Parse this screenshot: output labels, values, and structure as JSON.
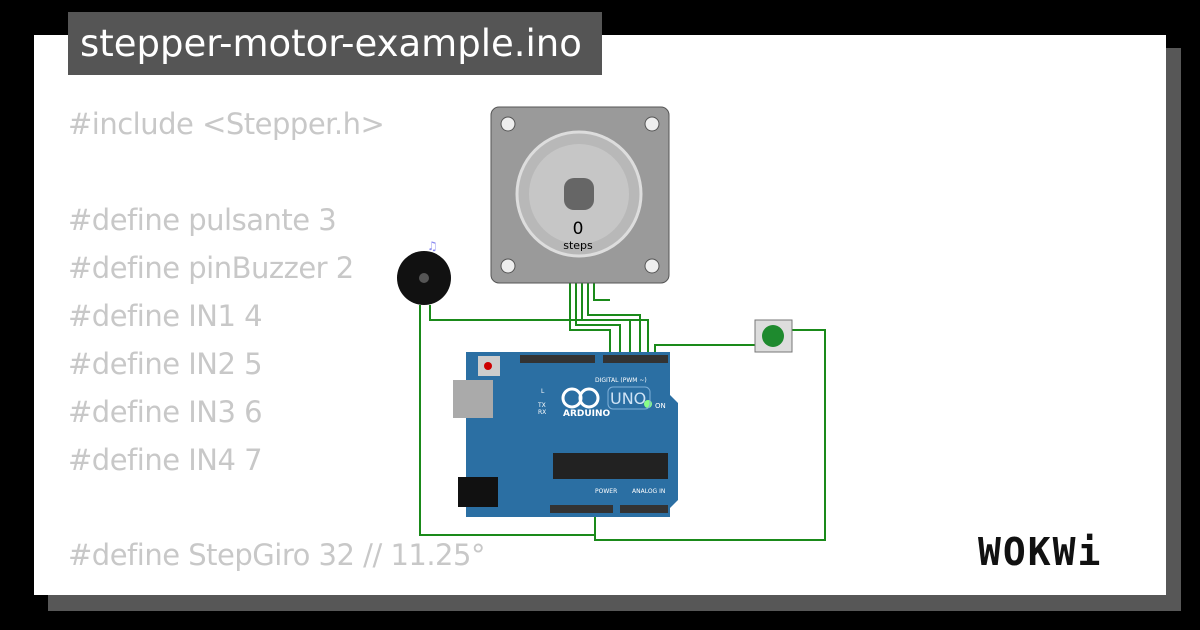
{
  "title": "stepper-motor-example.ino",
  "code": [
    "#include <Stepper.h>",
    "",
    "#define pulsante 3",
    "#define pinBuzzer 2",
    "#define IN1 4",
    "#define IN2 5",
    "#define IN3 6",
    "#define IN4 7",
    "",
    "#define StepGiro 32 // 11.25°"
  ],
  "motor": {
    "steps_value": "0",
    "steps_label": "steps"
  },
  "arduino": {
    "brand": "ARDUINO",
    "model": "UNO",
    "on_label": "ON",
    "digital_label": "DIGITAL (PWM ~)",
    "power_label": "POWER",
    "analog_label": "ANALOG IN",
    "tx": "TX",
    "rx": "RX",
    "l": "L"
  },
  "logo": "WOKWi",
  "colors": {
    "wire": "#1a8a1a",
    "board": "#2b6fa3",
    "button": "#1e8a2e"
  }
}
